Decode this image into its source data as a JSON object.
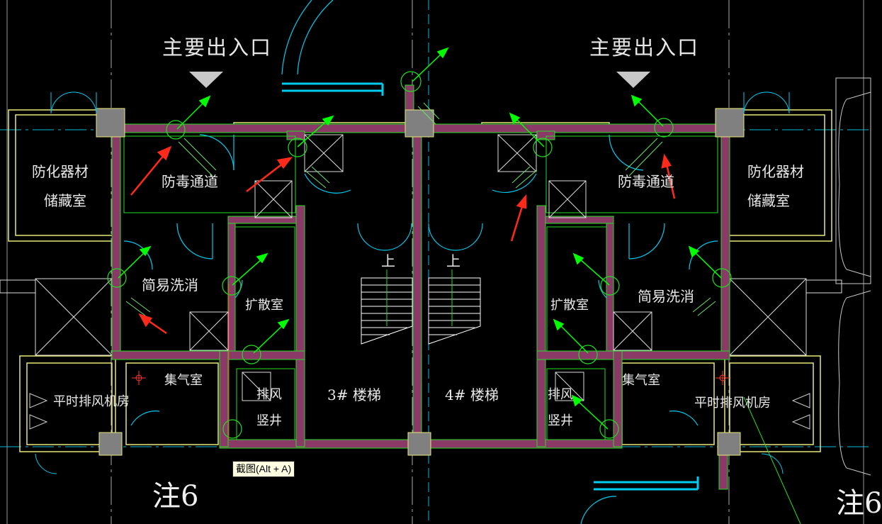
{
  "labels": {
    "entrance_left": "主要出入口",
    "entrance_right": "主要出入口",
    "equip_left_1": "防化器材",
    "equip_left_2": "储藏室",
    "equip_right_1": "防化器材",
    "equip_right_2": "储藏室",
    "corridor_left": "防毒通道",
    "corridor_right": "防毒通道",
    "wash_left": "简易洗消",
    "wash_right": "简易洗消",
    "diffusion_left": "扩散室",
    "diffusion_right": "扩散室",
    "gas_left": "集气室",
    "gas_right": "集气室",
    "fan_left": "平时排风机房",
    "fan_right": "平时排风机房",
    "shaft_left_1": "排风",
    "shaft_left_2": "竖井",
    "shaft_right_1": "排风",
    "shaft_right_2": "竖井",
    "stair_left": "3# 楼梯",
    "stair_right": "4# 楼梯",
    "up_left": "上",
    "up_right": "上",
    "note_left": "注6",
    "note_right": "注6"
  },
  "tooltip": "截图(Alt + A)",
  "colors": {
    "background": "#000000",
    "wall_fill": "#8b3a68",
    "wall_edge": "#22dd22",
    "outline_yellow": "#e8e878",
    "cyan": "#00ccee",
    "green_arrow": "#00ff00",
    "red_arrow": "#ff2a1a",
    "column": "#808080"
  }
}
